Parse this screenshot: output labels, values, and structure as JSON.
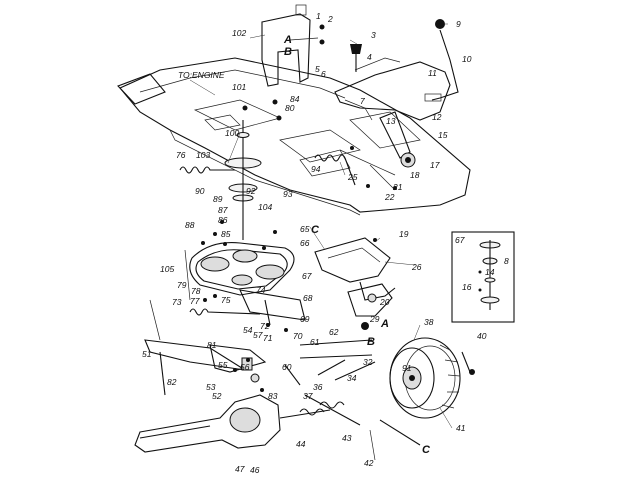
{
  "engine_label": "TO:ENGINE",
  "part_numbers": [
    "1",
    "2",
    "3",
    "4",
    "5",
    "6",
    "7",
    "8",
    "9",
    "10",
    "11",
    "12",
    "13",
    "14",
    "15",
    "16",
    "17",
    "18",
    "19",
    "20",
    "21",
    "22",
    "25",
    "26",
    "29",
    "32",
    "34",
    "36",
    "37",
    "38",
    "40",
    "41",
    "42",
    "43",
    "44",
    "46",
    "47",
    "51",
    "52",
    "53",
    "54",
    "55",
    "56",
    "57",
    "60",
    "61",
    "62",
    "65",
    "66",
    "67",
    "68",
    "69",
    "70",
    "71",
    "72",
    "73",
    "74",
    "75",
    "76",
    "77",
    "78",
    "79",
    "80",
    "81",
    "82",
    "83",
    "84",
    "85",
    "86",
    "87",
    "88",
    "89",
    "90",
    "91",
    "92",
    "93",
    "94",
    "100",
    "101",
    "102",
    "103",
    "104",
    "105"
  ],
  "callouts": [
    "A",
    "B",
    "C"
  ],
  "inset_label": "67"
}
